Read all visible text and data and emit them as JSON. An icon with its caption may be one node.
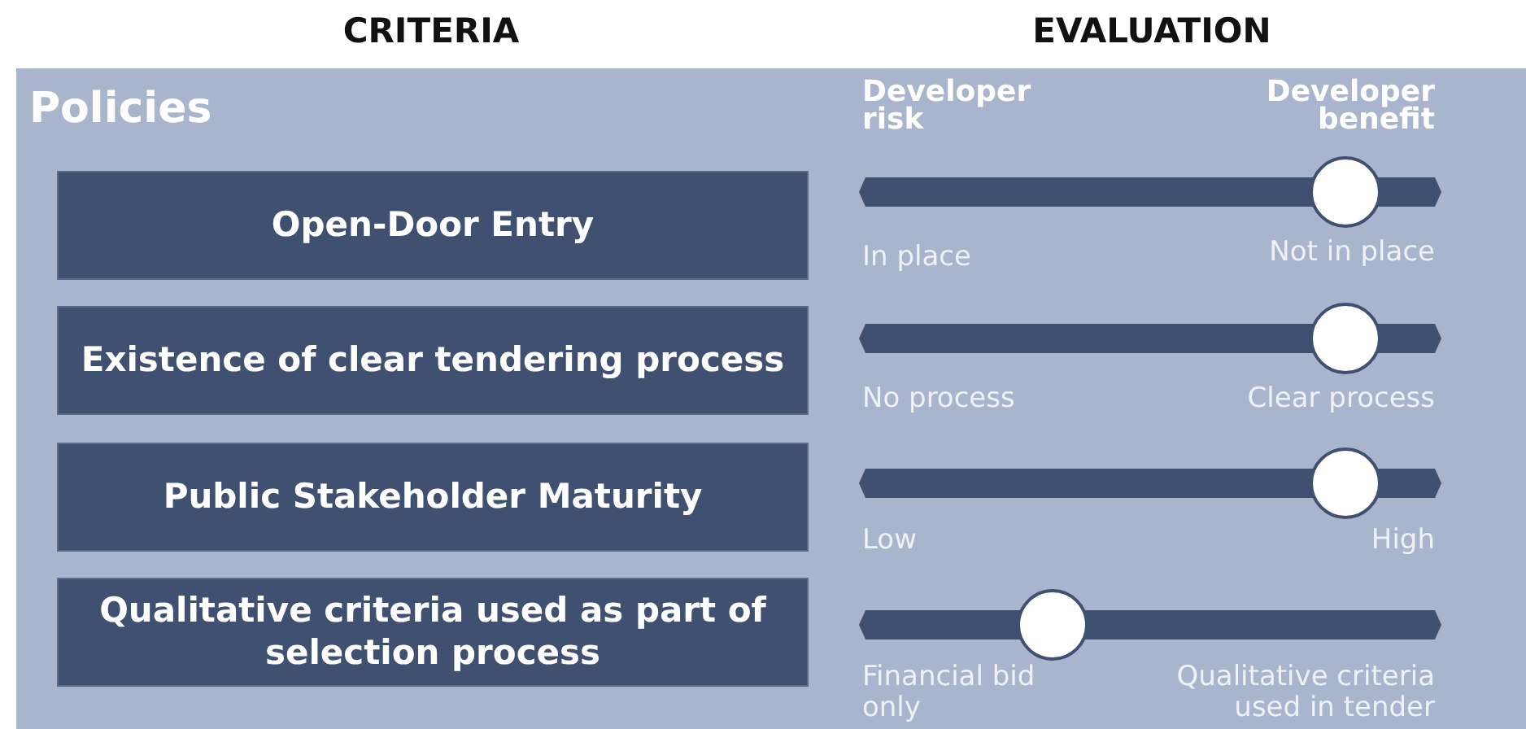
{
  "diagram": {
    "nodes": [
      {
        "text": [
          "Policies"
        ]
      },
      {
        "text": [
          "Open-Door Entry"
        ],
        "in": 0
      },
      {
        "text": [
          "Existence of clear tendering process"
        ],
        "in": 0
      },
      {
        "text": [
          "Public Stakeholder Maturity"
        ],
        "in": 0
      },
      {
        "text": [
          "Qualitative criteria used as part of selection process"
        ],
        "in": 0
      }
    ],
    "edges": [],
    "labels": [
      "CRITERIA",
      "EVALUATION",
      "Developer risk",
      "Developer benefit",
      "In place",
      "Not in place",
      "No process",
      "Clear process",
      "Low",
      "High",
      "Financial bid only",
      "Qualitative criteria used in tender"
    ]
  }
}
